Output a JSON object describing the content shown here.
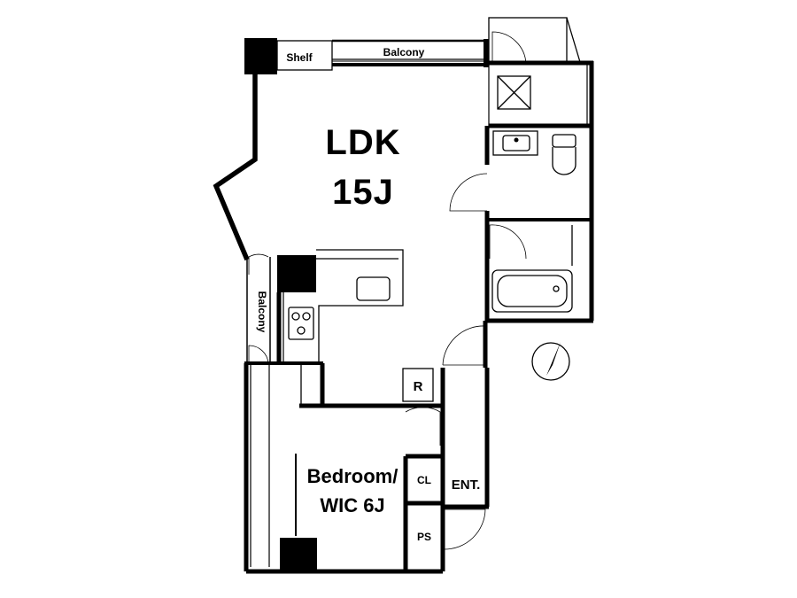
{
  "labels": {
    "ldk_name": "LDK",
    "ldk_size": "15J",
    "bedroom_name": "Bedroom/",
    "bedroom_size": "WIC 6J",
    "balcony_top": "Balcony",
    "balcony_side": "Balcony",
    "shelf": "Shelf",
    "refrigerator": "R",
    "closet": "CL",
    "entrance": "ENT.",
    "pipe_space": "PS"
  },
  "icons": {
    "compass": "north-arrow-icon",
    "toilet": "toilet-icon",
    "sink": "sink-icon",
    "bathtub": "bathtub-icon",
    "stove": "stove-icon",
    "kitchen_sink": "kitchen-sink-icon",
    "washer": "washing-machine-pan-icon"
  }
}
